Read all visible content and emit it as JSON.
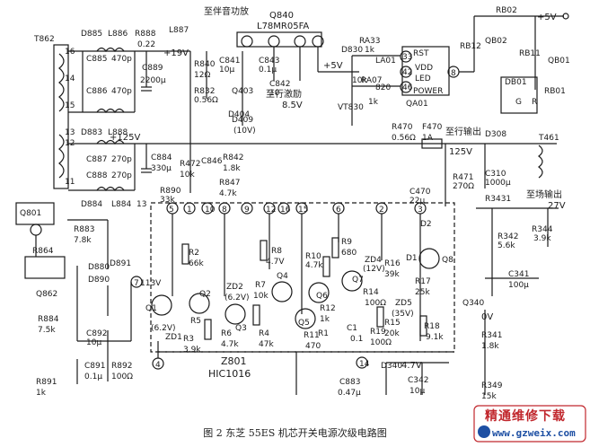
{
  "caption": "图 2  东芝 55ES 机芯开关电源次级电路图",
  "watermark": {
    "title": "精通维修下载",
    "url": "www.gzweix.com",
    "color": "#c1272d"
  },
  "ic": {
    "ref": "Z801",
    "part": "HIC1016"
  },
  "regulator": {
    "ref": "Q840",
    "part": "L78MR05FA"
  },
  "outputs": {
    "plus5": "+5V",
    "plus19": "+19V",
    "plus125": "+125V",
    "to_audio": "至伴音功放",
    "to_h_drive": "至行激励",
    "to_h_out": "至行输出",
    "to_field_out": "至场输出",
    "v85": "8.5V",
    "v125": "125V",
    "v27": "27V",
    "v47": "4.7V",
    "v0": "0V"
  },
  "labels": [
    "T862",
    "D885",
    "L886",
    "R888",
    "0.22",
    "L887",
    "C889",
    "2200μ",
    "C885",
    "470p",
    "C886",
    "470p",
    "16",
    "14",
    "15",
    "13",
    "12",
    "11",
    "D883",
    "L888",
    "C887",
    "270p",
    "C888",
    "270p",
    "D884",
    "L884",
    "C884",
    "330μ",
    "R472",
    "10k",
    "R890",
    "33k",
    "R840",
    "12Ω",
    "C841",
    "10μ",
    "C843",
    "0.1μ",
    "R832",
    "0.56Ω",
    "Q403",
    "D404",
    "D409",
    "(10V)",
    "C842",
    "10",
    "D830",
    "RA33",
    "1k",
    "LA01",
    "RA07",
    "1k",
    "VT830",
    "10k",
    "820",
    "RST",
    "VDD",
    "LED",
    "POWER",
    "QA01",
    "33",
    "42",
    "46",
    "8",
    "RB02",
    "QB02",
    "RB11",
    "RB12",
    "QB01",
    "DB01",
    "RB01",
    "G",
    "R",
    "R470",
    "0.56Ω",
    "F470",
    "1A",
    "D308",
    "T461",
    "C310",
    "1000μ",
    "R471",
    "270Ω",
    "C470",
    "22μ",
    "C846",
    "R842",
    "1.8k",
    "R847",
    "4.7k",
    "R3431",
    "R342",
    "5.6k",
    "R344",
    "3.9k",
    "C341",
    "100μ",
    "Q340",
    "R341",
    "1.8k",
    "R349",
    "15k",
    "Q801",
    "R883",
    "7.8k",
    "R864",
    "Q862",
    "D880",
    "D890",
    "D891",
    "R884",
    "7.5k",
    "C892",
    "10μ",
    "C891",
    "0.1μ",
    "R891",
    "1k",
    "R892",
    "100Ω",
    "R2",
    "66k",
    "ZD2",
    "(6.2V)",
    "R7",
    "10k",
    "Q4",
    "R8",
    "4.7V",
    "R4",
    "47k",
    "Q3",
    "R6",
    "4.7k",
    "R5",
    "Q2",
    "Q1",
    "(6.2V)",
    "ZD1",
    "R3",
    "3.9k",
    "113V",
    "R9",
    "680",
    "R10",
    "4.7k",
    "ZD4",
    "(12V)",
    "Q7",
    "R14",
    "100Ω",
    "R16",
    "39k",
    "D1",
    "D2",
    "Q8",
    "R17",
    "25k",
    "ZD5",
    "(35V)",
    "Q6",
    "R12",
    "1k",
    "R15",
    "20k",
    "C1",
    "0.1",
    "R19",
    "100Ω",
    "R18",
    "9.1k",
    "Q5",
    "R11",
    "470",
    "D340",
    "C883",
    "0.47μ",
    "C342",
    "10μ",
    "R1",
    "5",
    "1",
    "10",
    "8",
    "9",
    "12",
    "16",
    "15",
    "6",
    "2",
    "3",
    "7",
    "4",
    "14",
    "13"
  ]
}
